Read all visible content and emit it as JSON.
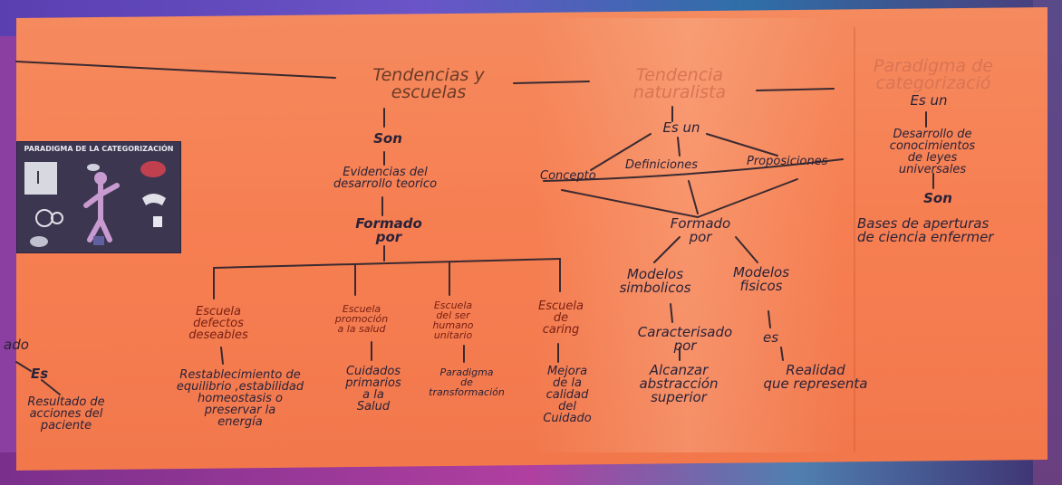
{
  "map": {
    "top_title_1": "Tendencias y\nescuelas",
    "top_title_2": "Tendencia\nnaturalista",
    "top_title_3": "Paradigma de\ncategorizació",
    "es_un_right": "Es un",
    "son_left": "Son",
    "evidencias": "Evidencias del\ndesarrollo teorico",
    "formado_por_left": "Formado\npor",
    "escuela_1": "Escuela\ndefectos\ndeseables",
    "escuela_2": "Escuela\npromoción\na la salud",
    "escuela_3": "Escuela\ndel ser\nhumano\nunitario",
    "escuela_4": "Escuela\nde\ncaring",
    "result_1": "Restablecimiento de\nequilibrio ,estabilidad\nhomeostasis o\npreservar la\nenergía",
    "result_2": "Cuidados\nprimarios\na la\nSalud",
    "result_3": "Paradigma\nde\ntransformación",
    "result_4": "Mejora\nde la\ncalidad\ndel\nCuidado",
    "ado_left": "ado",
    "es_left": "Es",
    "resultado": "Resultado de\nacciones del\npaciente",
    "es_un_mid": "Es un",
    "concepto": "Concepto",
    "definiciones": "Definiciones",
    "proposiciones": "Proposiciones",
    "formado_por_mid": "Formado\npor",
    "modelos_simbolicos": "Modelos\nsimbolicos",
    "modelos_fisicos": "Modelos\nfisicos",
    "caracterisado": "Caracterisado\npor",
    "es_mid": "es",
    "alcanzar": "Alcanzar\nabstracción\nsuperior",
    "realidad": "Realidad\nque representa",
    "desarrollo": "Desarrollo de\nconocimientos\nde leyes\nuniversales",
    "son_right": "Son",
    "bases": "Bases de aperturas\nde ciencia enfermer"
  },
  "picture": {
    "title": "PARADIGMA DE LA CATEGORIZACIÓN"
  },
  "colors": {
    "paper": "#f67f52",
    "ink": "#2a2238",
    "background": "#8b3fa0"
  }
}
